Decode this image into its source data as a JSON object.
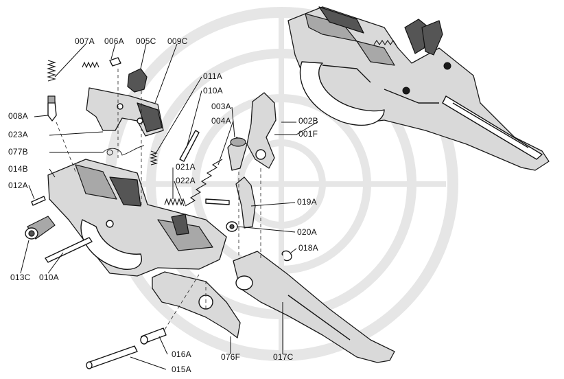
{
  "diagram": {
    "labels": {
      "007A": "007A",
      "006A": "006A",
      "005C": "005C",
      "009C": "009C",
      "011A": "011A",
      "010A_top": "010A",
      "003A": "003A",
      "004A": "004A",
      "002B": "002B",
      "001F": "001F",
      "008A": "008A",
      "023A": "023A",
      "077B": "077B",
      "014B": "014B",
      "012A": "012A",
      "021A": "021A",
      "022A": "022A",
      "019A": "019A",
      "020A": "020A",
      "018A": "018A",
      "013C": "013C",
      "010A_bottom": "010A",
      "015A": "015A",
      "016A": "016A",
      "076F": "076F",
      "017C": "017C"
    }
  }
}
